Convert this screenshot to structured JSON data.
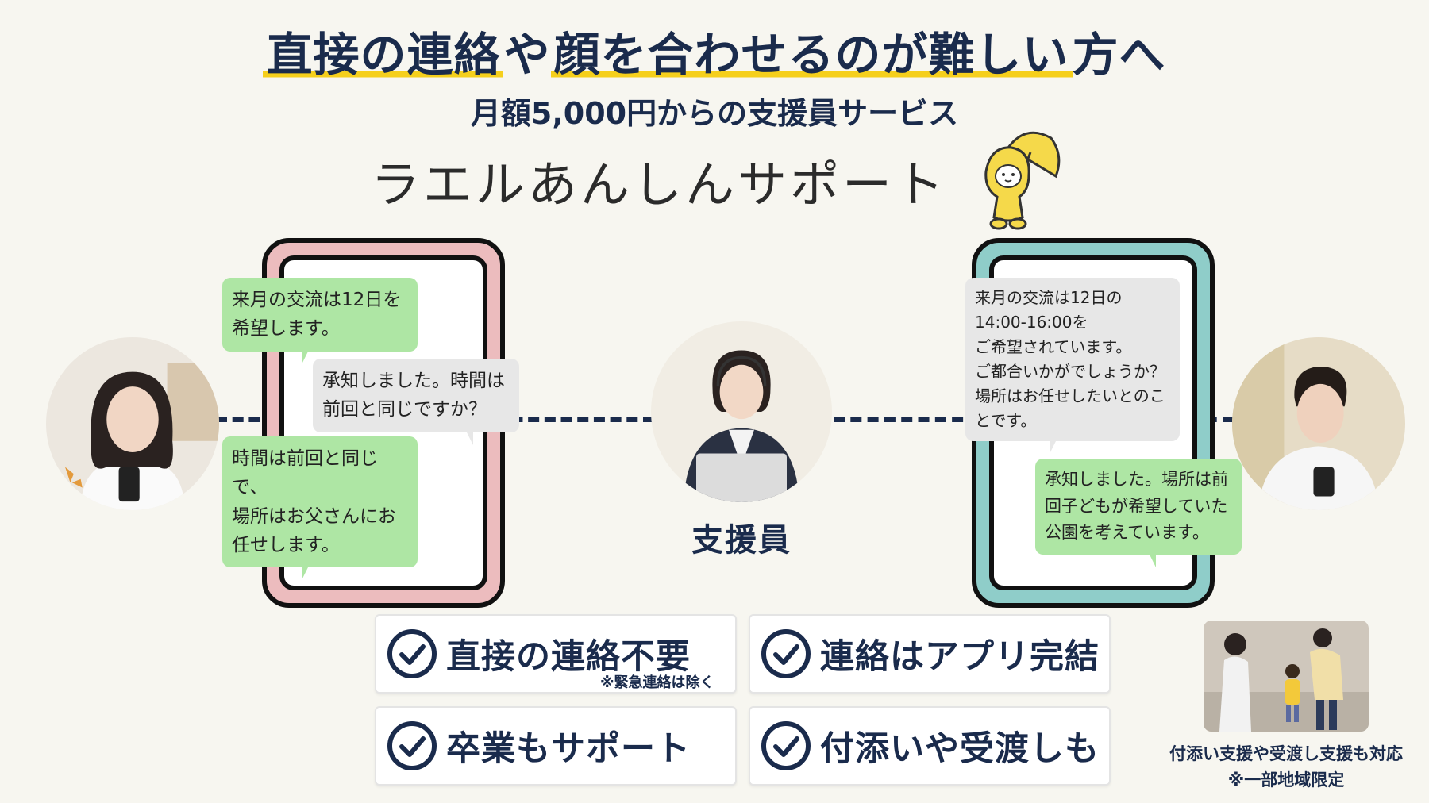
{
  "header": {
    "headline_part1": "直接の連絡",
    "headline_part2": "や",
    "headline_part3": "顔を合わせるのが難しい",
    "headline_part4": "方へ",
    "subline": "月額5,000円からの支援員サービス",
    "service_name": "ラエルあんしんサポート"
  },
  "staff": {
    "label": "支援員"
  },
  "left_chat": {
    "msg1": [
      "来月の交流は12日を",
      "希望します。"
    ],
    "msg2": [
      "承知しました。時間は",
      "前回と同じですか？"
    ],
    "msg3": [
      "時間は前回と同じで、",
      "場所はお父さんにお",
      "任せします。"
    ]
  },
  "right_chat": {
    "msg1": [
      "来月の交流は12日の",
      "14:00-16:00を",
      "ご希望されています。",
      "ご都合いかがでしょうか？",
      "場所はお任せしたいとのこ",
      "とです。"
    ],
    "msg2": [
      "承知しました。場所は前",
      "回子どもが希望していた",
      "公園を考えています。"
    ]
  },
  "features": [
    {
      "label": "直接の連絡不要",
      "note": "※緊急連絡は除く"
    },
    {
      "label": "連絡はアプリ完結"
    },
    {
      "label": "卒業もサポート"
    },
    {
      "label": "付添いや受渡しも"
    }
  ],
  "photo_caption": {
    "line1": "付添い支援や受渡し支援も対応",
    "line2": "※一部地域限定"
  },
  "colors": {
    "navy": "#1a2b4c",
    "highlight_yellow": "#f5cf1c",
    "pink_phone": "#ecbcbe",
    "teal_phone": "#8fcdc9",
    "green_bubble": "#aee6a4",
    "gray_bubble": "#e7e7e7"
  },
  "icons": [
    "check-circle-icon",
    "raincoat-mascot-icon"
  ]
}
